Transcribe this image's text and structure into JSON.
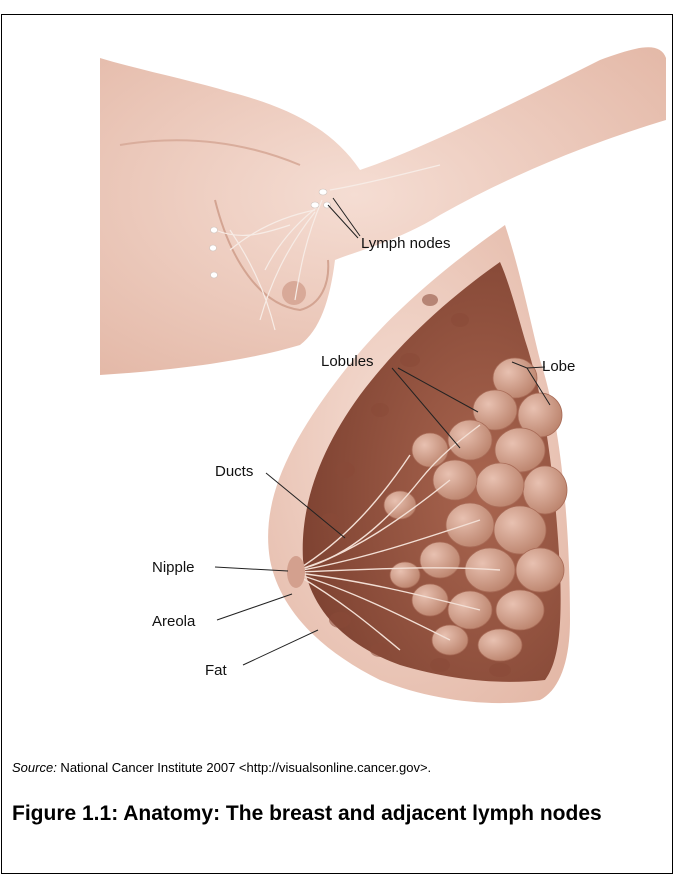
{
  "labels": {
    "lymph_nodes": "Lymph nodes",
    "lobules": "Lobules",
    "lobe": "Lobe",
    "ducts": "Ducts",
    "nipple": "Nipple",
    "areola": "Areola",
    "fat": "Fat"
  },
  "source": {
    "prefix": "Source:",
    "text": " National Cancer Institute 2007 <http://visualsonline.cancer.gov>."
  },
  "caption": "Figure 1.1: Anatomy: The breast and adjacent lymph nodes",
  "colors": {
    "skin": "#efd0c4",
    "skin_shadow": "#d7ab9c",
    "tissue_dark": "#9a5a47",
    "lobule": "#c99581",
    "lobule_light": "#ddb1a0"
  }
}
